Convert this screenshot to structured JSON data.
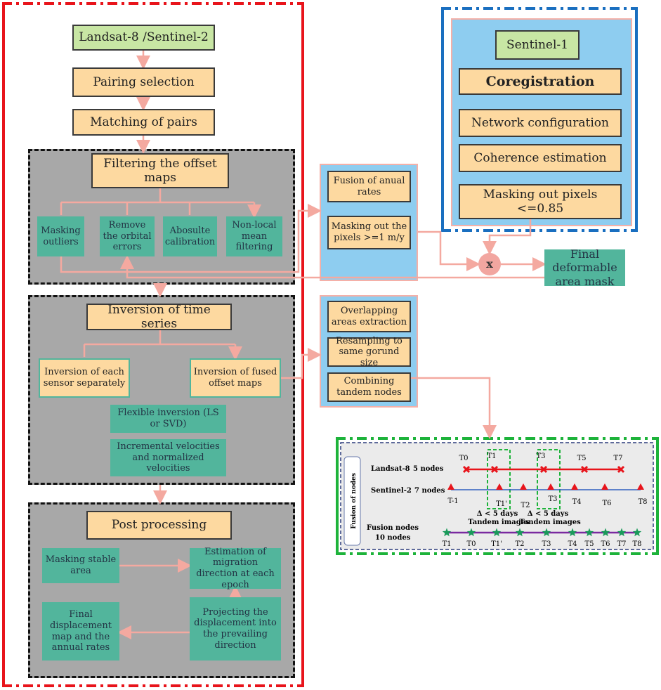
{
  "optical": {
    "source": "Landsat-8 /Sentinel-2",
    "pairing": "Pairing selection",
    "matching": "Matching of pairs",
    "filtering": {
      "title": "Filtering the offset maps",
      "steps": [
        "Masking outliers",
        "Remove the orbital errors",
        "Abosulte calibration",
        "Non-local mean filtering"
      ]
    },
    "inversion": {
      "title": "Inversion of time series",
      "each": "Inversion of each sensor separately",
      "fused": "Inversion of fused offset maps",
      "flexible": "Flexible inversion (LS or SVD)",
      "incremental": "Incremental velocities and normalized velocities"
    },
    "post": {
      "title": "Post processing",
      "masking": "Masking stable area",
      "estimation": "Estimation of migration direction at each epoch",
      "projecting": "Projecting the displacement into the prevailing direction",
      "final": "Final displacement map and the annual rates"
    }
  },
  "mask_fusion": {
    "fusion": "Fusion of anual rates",
    "masking": "Masking out the pixels >=1 m/y"
  },
  "sar": {
    "source": "Sentinel-1",
    "coreg": "Coregistration",
    "network": "Network configuration",
    "coherence": "Coherence estimation",
    "masking": "Masking out pixels <=0.85"
  },
  "multiply": "x",
  "final_mask": "Final deformable area mask",
  "overlap": {
    "extract": "Overlapping areas extraction",
    "resample": "Resampling to same gorund size",
    "combine": "Combining tandem nodes"
  },
  "nodes": {
    "panel_label": "Fusion of nodes",
    "landsat": {
      "name": "Landsat-8",
      "count": "5 nodes",
      "labels": [
        "T0",
        "T1",
        "T3",
        "T5",
        "T7"
      ]
    },
    "sentinel": {
      "name": "Sentinel-2",
      "count": "7 nodes",
      "labels": [
        "T-1",
        "T1'",
        "T2",
        "T3",
        "T4",
        "T6",
        "T8"
      ]
    },
    "tandem": [
      {
        "delta": "Δ < 5 days",
        "label": "Tandem images"
      },
      {
        "delta": "Δ < 5 days",
        "label": "Tandem images"
      }
    ],
    "fusion": {
      "name": "Fusion nodes",
      "count": "10 nodes",
      "labels": [
        "T1",
        "T0",
        "T1'",
        "T2",
        "T3",
        "T4",
        "T5",
        "T6",
        "T7",
        "T8"
      ]
    }
  },
  "colors": {
    "orange": "#fdd9a0",
    "teal": "#52b59c",
    "blue": "#8ecdf0",
    "arrow": "#f4a9a0",
    "red": "#e8141b",
    "frame_blue": "#1a6fc0",
    "frame_green": "#1db33a"
  }
}
